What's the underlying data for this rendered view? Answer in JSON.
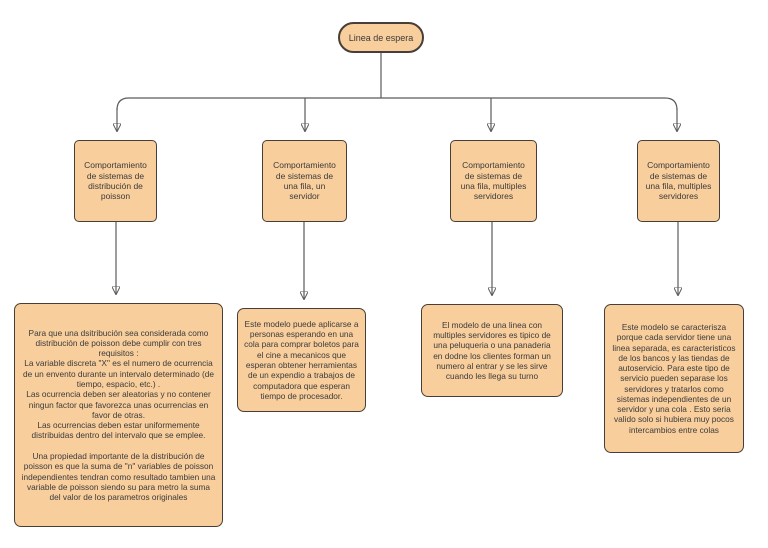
{
  "colors": {
    "node_fill": "#F8CE9C",
    "node_border": "#473F37",
    "connector": "#5B5B5B",
    "text": "#3B3B3B",
    "background": "#FFFFFF"
  },
  "root": {
    "label": "Linea de espera"
  },
  "branches": [
    {
      "label": "Comportamiento de sistemas de distribución de poisson"
    },
    {
      "label": "Comportamiento de sistemas de una fila, un servidor"
    },
    {
      "label": "Comportamiento de sistemas de una fila, multiples servidores"
    },
    {
      "label": "Comportamiento de sistemas  de una fila, multiples servidores"
    }
  ],
  "details": [
    {
      "text": "Para que una  dsitribución sea considerada como distribución de poisson debe cumplir con tres requisitos :\nLa variable discreta \"X\" es el numero de ocurrencia de un envento durante un intervalo determinado (de tiempo, espacio, etc.) .\nLas ocurrencia deben ser aleatorias y no contener ningun factor  que favorezca unas ocurrencias en favor de otras.\nLas ocurrencias deben estar uniformemente distribuidas dentro del intervalo que se emplee.\n\nUna propiedad importante  de la distribución de poisson es que la suma de \"n\" variables de poisson independientes tendran como resultado tambien una variable de poisson siendo su para metro la suma del valor de los parametros originales"
    },
    {
      "text": "Este modelo puede aplicarse a personas esperando en una cola para comprar boletos para el cine a mecanicos que esperan obtener herramientas de un expendio a trabajos de computadora que esperan tiempo de procesador."
    },
    {
      "text": "El modelo de una linea con multiples servidores es tipico de una peluqueria o una panaderia en dodne los clientes forman un numero al entrar y se les sirve cuando les llega su turno"
    },
    {
      "text": "Este modelo se caracterisza porque cada servidor tiene una linea separada, es caracteristicos de los bancos y las tiendas de autoservicio. Para este tipo de servicio  pueden separase los servidores y tratarlos como sistemas independientes de un servidor y una cola . Esto seria valido solo si  hubiera muy pocos intercambios entre colas"
    }
  ]
}
